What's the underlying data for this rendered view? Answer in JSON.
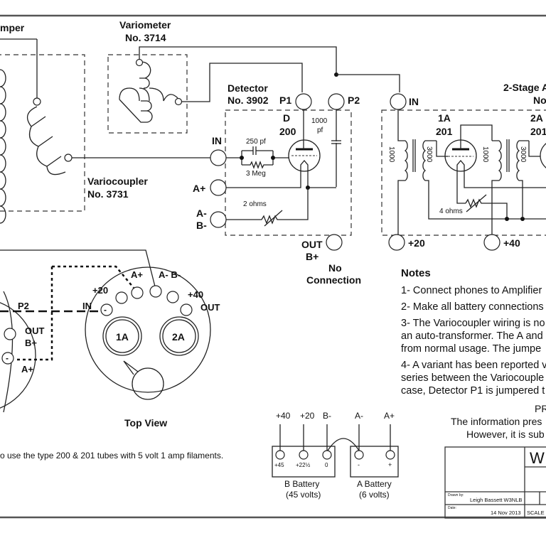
{
  "components": {
    "jumper_label": "mper",
    "variometer": {
      "title": "Variometer",
      "number": "No. 3714"
    },
    "variocoupler": {
      "title": "Variocoupler",
      "number": "No. 3731"
    },
    "detector": {
      "title": "Detector",
      "number": "No. 3902",
      "tube_label": "D",
      "tube_type": "200",
      "terminals": {
        "p1": "P1",
        "p2": "P2",
        "in": "IN",
        "a_plus": "A+",
        "a_minus": "A-",
        "b_minus": "B-",
        "out": "OUT",
        "b_plus": "B+"
      },
      "grid_cap": "250 pf",
      "grid_leak": "3 Meg",
      "bypass_cap_value": "1000",
      "bypass_cap_unit": "pf",
      "rheostat": "2 ohms",
      "no_connection": [
        "No",
        "Connection"
      ]
    },
    "amplifier": {
      "title": "2-Stage A",
      "number": "No",
      "in": "IN",
      "plus20": "+20",
      "plus40": "+40",
      "stage1": {
        "label": "1A",
        "type": "201"
      },
      "stage2": {
        "label": "2A",
        "type": "201"
      },
      "primary": "1000",
      "secondary": "3000",
      "rheostat": "4 ohms"
    }
  },
  "top_view": {
    "title": "Top View",
    "labels": {
      "a_plus": "A+",
      "a_minus_b_minus": "A- B-",
      "plus20": "+20",
      "plus40": "+40",
      "in": "IN",
      "out": "OUT",
      "minus": "-",
      "socket1": "1A",
      "socket2": "2A"
    },
    "left_labels": {
      "p2": "P2",
      "out": "OUT",
      "b_plus": "B+",
      "a_plus": "A+",
      "minus": "-"
    }
  },
  "footnote": "o use the type 200 & 201 tubes with 5 volt 1 amp filaments.",
  "notes": {
    "title": "Notes",
    "items": [
      "1- Connect phones to Amplifier",
      "2- Make all battery connections",
      "3- The Variocoupler wiring is no",
      "an auto-transformer.  The A and",
      "from normal usage.  The jumpe",
      "4- A variant has been reported v",
      "series between the Variocouple",
      "case, Detector P1 is jumpered t"
    ]
  },
  "batteries": {
    "b": {
      "name": "B Battery",
      "volts": "(45 volts)",
      "terms": [
        "+45",
        "+22½",
        "0"
      ],
      "wires": [
        "+40",
        "+20",
        "B-"
      ]
    },
    "a": {
      "name": "A Battery",
      "volts": "(6 volts)",
      "terms": [
        "-",
        "+"
      ],
      "wires": [
        "A-",
        "A+"
      ]
    }
  },
  "disclaimer": {
    "line1": "PR",
    "line2": "The information pres",
    "line3": "However, it is sub"
  },
  "title_block": {
    "title_letter": "W",
    "drawn_by_label": "Drawn by:",
    "drawn_by": "Leigh Bassett W3NLB",
    "date_label": "Date:",
    "date": "14 Nov 2013",
    "scale_label": "SCALE"
  }
}
